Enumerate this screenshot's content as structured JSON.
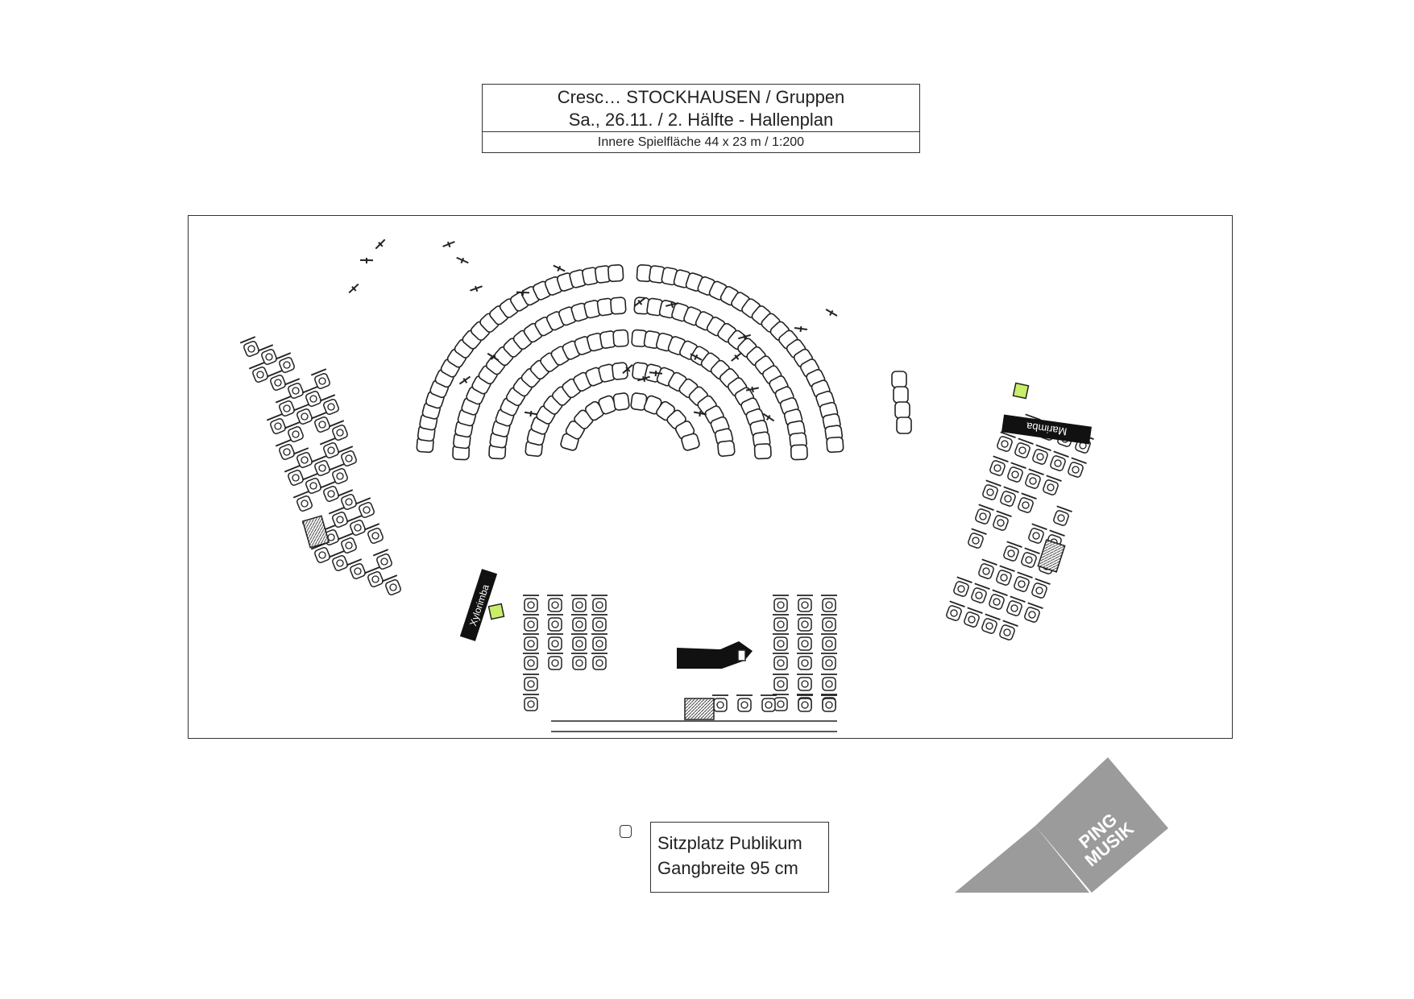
{
  "title": {
    "line1": "Cresc… STOCKHAUSEN / Gruppen",
    "line2": "Sa., 26.11. / 2. Hälfte - Hallenplan",
    "subtitle": "Innere Spielfläche 44 x 23 m / 1:200"
  },
  "instrument_labels": {
    "marimba": "Marimba",
    "xylorimba": "Xylorimba"
  },
  "legend": {
    "line1": "Sitzplatz Publikum",
    "line2": "Gangbreite 95 cm"
  },
  "logo": {
    "text_line1": "PING",
    "text_line2": "MUSIK",
    "color": "#9b9b9b"
  },
  "colors": {
    "stroke": "#222222",
    "highlight": "#c8ee6a",
    "hatch": "#555555"
  }
}
